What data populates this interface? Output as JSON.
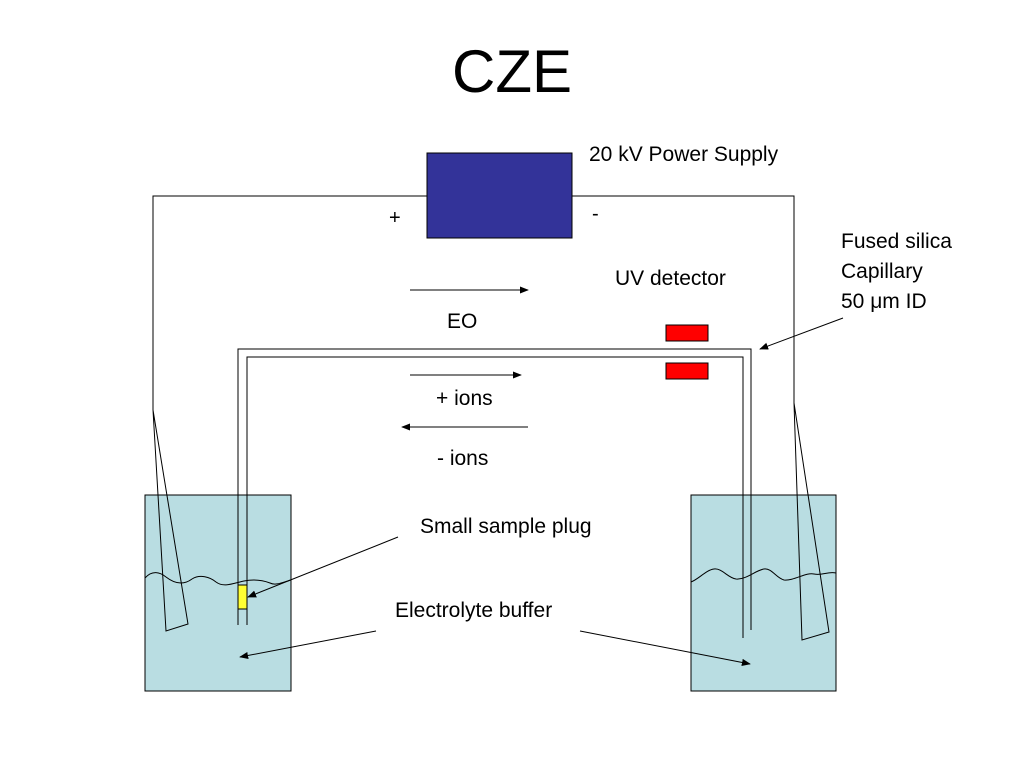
{
  "title": "CZE",
  "labels": {
    "power_supply": "20 kV Power Supply",
    "plus_terminal": "+",
    "minus_terminal": "-",
    "uv_detector": "UV detector",
    "eo": "EO",
    "pos_ions": "+ ions",
    "neg_ions": "- ions",
    "capillary_line1": "Fused silica",
    "capillary_line2": "Capillary",
    "capillary_line3": "50 μm ID",
    "sample_plug": "Small sample plug",
    "buffer": "Electrolyte buffer"
  },
  "colors": {
    "power_supply": "#333399",
    "buffer": "#b9dde2",
    "detector": "#ff0000",
    "sample_plug": "#ffff33",
    "line": "#000000"
  }
}
